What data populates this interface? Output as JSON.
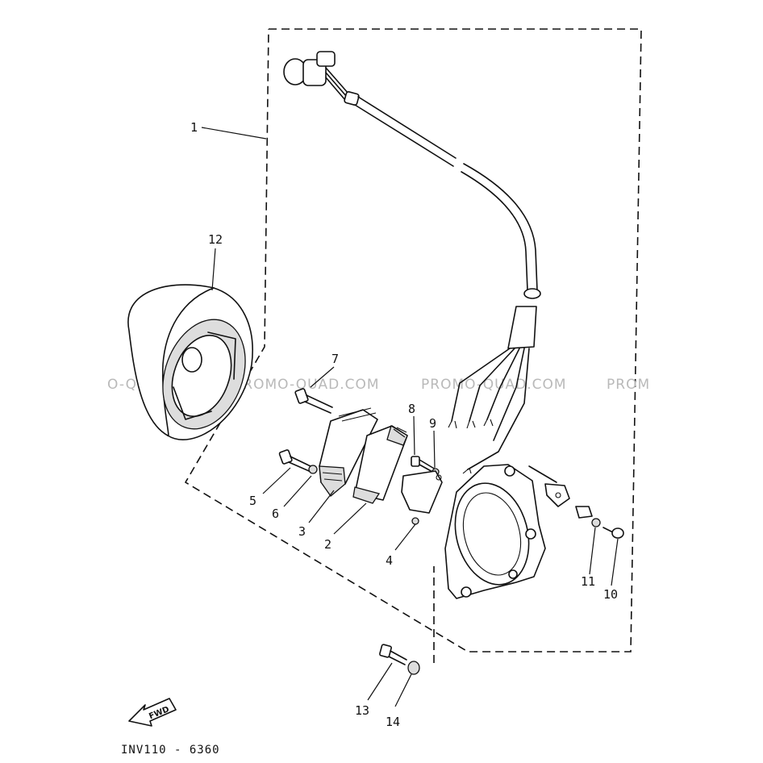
{
  "figure_code": "INV110 - 6360",
  "fwd_label": "FWD",
  "watermark": [
    "O-QUAD.COM",
    "PROMO-QUAD.COM",
    "PROMO-QUAD.COM",
    "PROM"
  ],
  "callouts": [
    {
      "id": "1",
      "label": "1"
    },
    {
      "id": "2",
      "label": "2"
    },
    {
      "id": "3",
      "label": "3"
    },
    {
      "id": "4",
      "label": "4"
    },
    {
      "id": "5",
      "label": "5"
    },
    {
      "id": "6",
      "label": "6"
    },
    {
      "id": "7",
      "label": "7"
    },
    {
      "id": "8",
      "label": "8"
    },
    {
      "id": "9",
      "label": "9"
    },
    {
      "id": "10",
      "label": "10"
    },
    {
      "id": "11",
      "label": "11"
    },
    {
      "id": "12",
      "label": "12"
    },
    {
      "id": "13",
      "label": "13"
    },
    {
      "id": "14",
      "label": "14"
    }
  ]
}
